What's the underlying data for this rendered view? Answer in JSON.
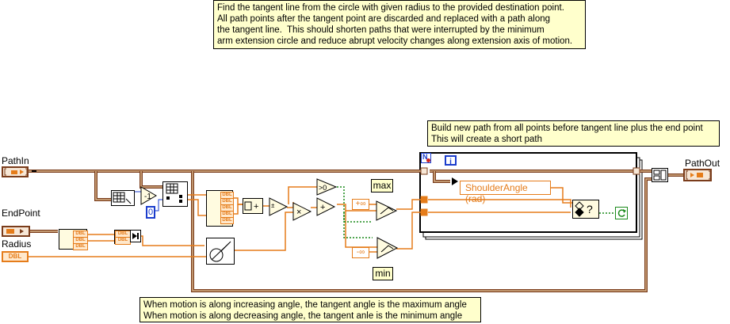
{
  "comments": {
    "top": [
      "Find the tangent line from the circle with given radius to the provided destination point.",
      "All path points after the tangent point are discarded and replaced with a path along",
      "the tangent line.  This should shorten paths that were interrupted by the minimum",
      "arm extension circle and reduce abrupt velocity changes along extension axis of motion."
    ],
    "right": [
      "Build new path from all points before tangent line plus the end point",
      "This will create a short path"
    ],
    "bottom": [
      "When motion is along increasing angle, the tangent angle is the maximum angle",
      "When motion is along decreasing angle, the tangent anle is the minimum angle"
    ]
  },
  "terminals": {
    "path_in": "PathIn",
    "end_point": "EndPoint",
    "radius": "Radius",
    "path_out": "PathOut",
    "dbl": "DBL"
  },
  "nodes": {
    "shoulder_angle": "ShoulderAngle (rad)",
    "max_label": "max",
    "min_label": "min",
    "pos_inf": "+∞",
    "neg_inf": "-∞",
    "zero_const": "0",
    "loop_n": "N",
    "loop_i": "i",
    "gt_zero": ">0"
  },
  "colors": {
    "orange_wire": "#e57c1a",
    "path_wire": "#7a3c1b",
    "path_wire_light": "#d8b48a",
    "blue_int": "#1a3ccc",
    "green_bool": "#1a8a1a",
    "comment_bg": "#ffffcc"
  }
}
